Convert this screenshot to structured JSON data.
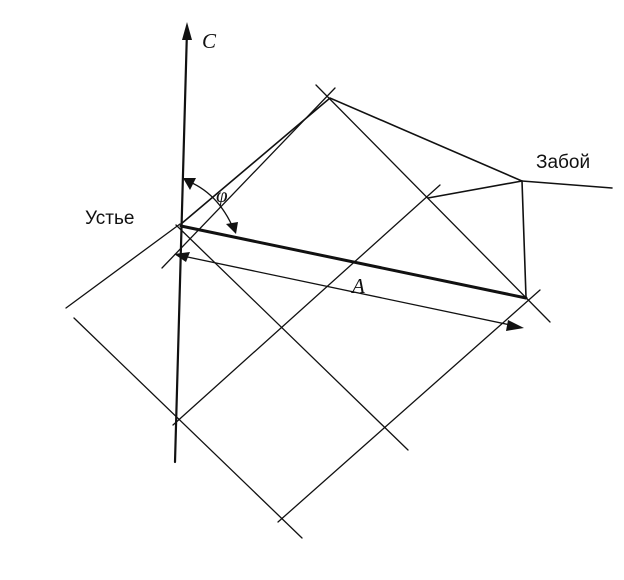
{
  "labels": {
    "north": "C",
    "azimuth": "φ",
    "collar": "Устье",
    "bottom": "Забой",
    "displacement": "A"
  },
  "colors": {
    "ink": "#111111",
    "background": "#ffffff"
  }
}
